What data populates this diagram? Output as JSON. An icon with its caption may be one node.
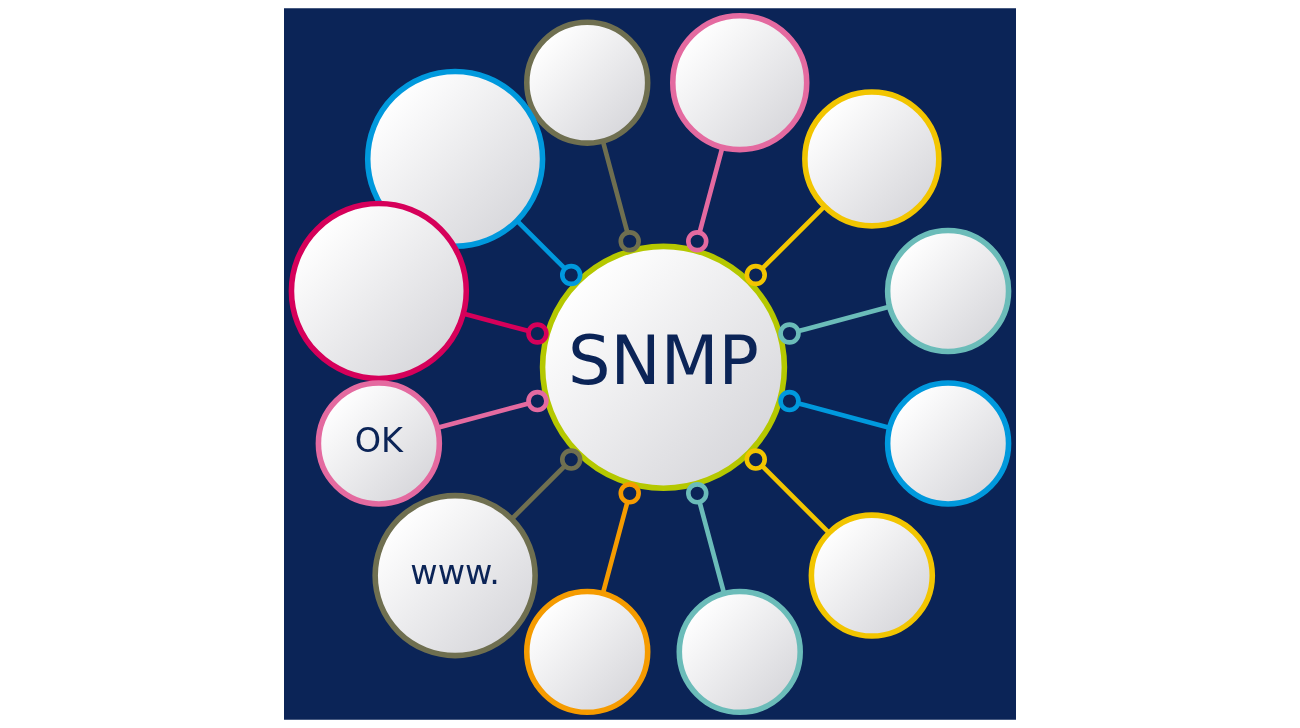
{
  "diagram": {
    "nodes": [
      {
        "text": [
          "SNMP"
        ]
      },
      {
        "text": [],
        "shape": "circle"
      },
      {
        "text": [],
        "shape": "circle"
      },
      {
        "text": [],
        "shape": "circle"
      },
      {
        "text": [],
        "shape": "circle"
      },
      {
        "text": [],
        "shape": "circle"
      },
      {
        "text": [],
        "shape": "circle"
      },
      {
        "text": [
          "OK"
        ]
      },
      {
        "text": [
          "www."
        ]
      },
      {
        "text": [],
        "shape": "circle"
      },
      {
        "text": [],
        "shape": "circle"
      },
      {
        "text": [],
        "shape": "circle"
      },
      {
        "text": [],
        "shape": "circle"
      }
    ],
    "edges": [
      {
        "from": 0,
        "to": 1,
        "arrow": "other",
        "color": "#6bbcb9"
      },
      {
        "from": 0,
        "to": 2,
        "arrow": "other",
        "color": "#f2c500"
      },
      {
        "from": 0,
        "to": 3,
        "arrow": "other",
        "color": "#e46aa0"
      },
      {
        "from": 0,
        "to": 4,
        "arrow": "other",
        "color": "#6f6f50"
      },
      {
        "from": 0,
        "to": 5,
        "arrow": "other",
        "color": "#0099dd"
      },
      {
        "from": 0,
        "to": 6,
        "arrow": "other",
        "color": "#d6005a"
      },
      {
        "from": 0,
        "to": 7,
        "arrow": "other",
        "color": "#e46aa0"
      },
      {
        "from": 0,
        "to": 8,
        "arrow": "other",
        "color": "#6f6f50"
      },
      {
        "from": 0,
        "to": 9,
        "arrow": "other",
        "color": "#f59b00"
      },
      {
        "from": 0,
        "to": 10,
        "arrow": "other",
        "color": "#6bbcb9"
      },
      {
        "from": 0,
        "to": 11,
        "arrow": "other",
        "color": "#f2c500"
      },
      {
        "from": 0,
        "to": 12,
        "arrow": "other",
        "color": "#0099dd"
      }
    ]
  }
}
